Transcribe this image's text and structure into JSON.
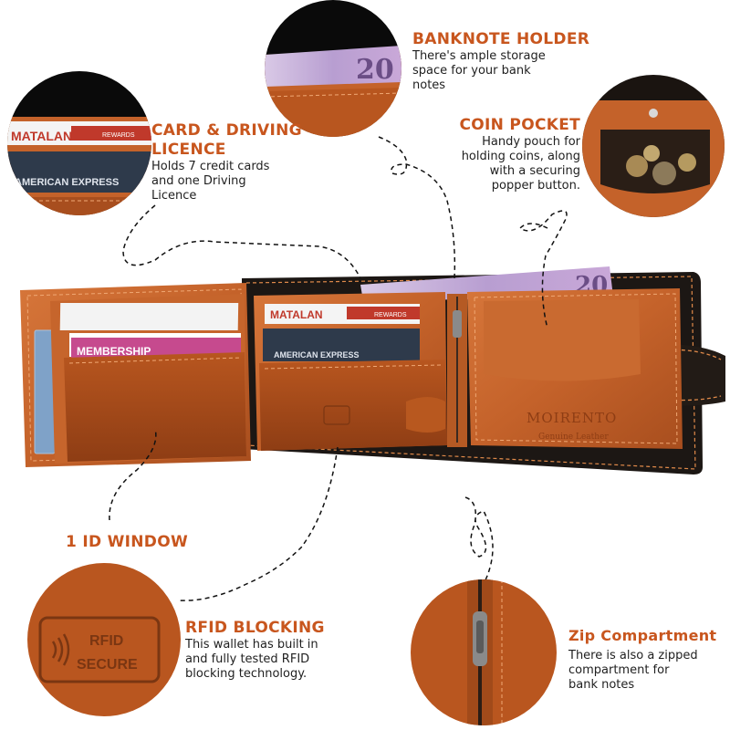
{
  "features": {
    "card": {
      "title": "CARD & DRIVING LICENCE",
      "title_line1": "CARD & DRIVING",
      "title_line2": "LICENCE",
      "description": "Holds 7 credit cards and one Driving Licence",
      "desc_line1": "Holds 7 credit cards",
      "desc_line2": "and one Driving",
      "desc_line3": "Licence"
    },
    "banknote": {
      "title": "BANKNOTE HOLDER",
      "description": "There's ample storage space for your bank notes",
      "desc_line1": "There's ample storage",
      "desc_line2": "space for your bank",
      "desc_line3": "notes"
    },
    "coin": {
      "title": "COIN POCKET",
      "description": "Handy pouch for holding coins, along with a securing popper button.",
      "desc_line1": "Handy pouch for",
      "desc_line2": "holding coins, along",
      "desc_line3": "with a securing",
      "desc_line4": "popper button."
    },
    "id_window": {
      "title": "1 ID WINDOW"
    },
    "rfid": {
      "title": "RFID BLOCKING",
      "description": "This wallet has built in and fully tested RFID blocking technology.",
      "desc_line1": "This wallet has built in",
      "desc_line2": "and fully tested RFID",
      "desc_line3": "blocking technology."
    },
    "zip": {
      "title": "Zip Compartment",
      "description": "There is also a zipped compartment for bank notes",
      "desc_line1": "There is also a zipped",
      "desc_line2": "compartment for",
      "desc_line3": "bank notes"
    }
  },
  "wallet_print": {
    "card_brand_1": "MATALAN",
    "card_rewards": "REWARDS",
    "card_brand_2": "AMERICAN EXPRESS",
    "card_membership": "MEMBERSHIP",
    "banknote_value": "20",
    "brand_name": "MOIRENTO",
    "brand_subtitle": "Genuine Leather",
    "rfid_badge_1": "RFID",
    "rfid_badge_2": "SECURE"
  },
  "colors": {
    "accent": "#c8561e",
    "tan_leather": "#c4652a",
    "dark_leather": "#1c1714",
    "stitch": "#e08a4a"
  }
}
